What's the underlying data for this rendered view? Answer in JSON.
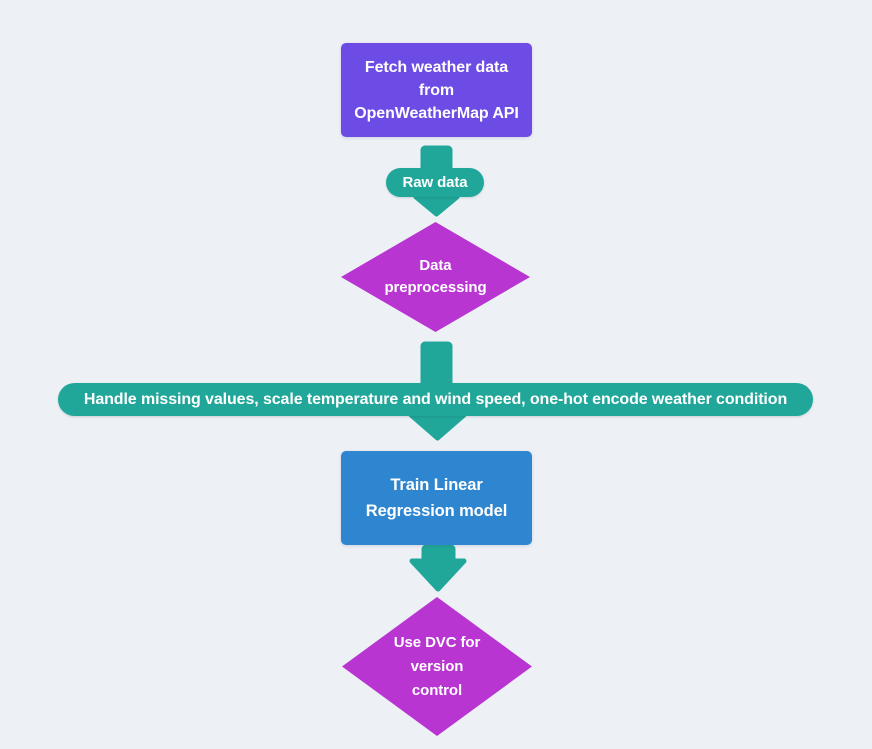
{
  "diagram": {
    "type": "flowchart",
    "direction": "top-down",
    "background_color": "#edf1f6",
    "colors": {
      "fetch_node": "#6c4ce4",
      "edge_arrow": "#21a79a",
      "diamond_node": "#b935d2",
      "train_node": "#2e86d1",
      "label_text": "#ffffff"
    },
    "nodes": [
      {
        "id": "fetch",
        "shape": "rectangle",
        "label": "Fetch weather data\nfrom\nOpenWeatherMap API"
      },
      {
        "id": "preprocess",
        "shape": "diamond",
        "label": "Data\npreprocessing"
      },
      {
        "id": "train",
        "shape": "rectangle",
        "label": "Train Linear\nRegression model"
      },
      {
        "id": "dvc",
        "shape": "diamond",
        "label": "Use DVC for\nversion\ncontrol"
      }
    ],
    "edges": [
      {
        "from": "fetch",
        "to": "preprocess",
        "label": "Raw data"
      },
      {
        "from": "preprocess",
        "to": "train",
        "label": "Handle missing values, scale temperature and wind speed, one-hot encode weather condition"
      },
      {
        "from": "train",
        "to": "dvc",
        "label": ""
      }
    ]
  }
}
